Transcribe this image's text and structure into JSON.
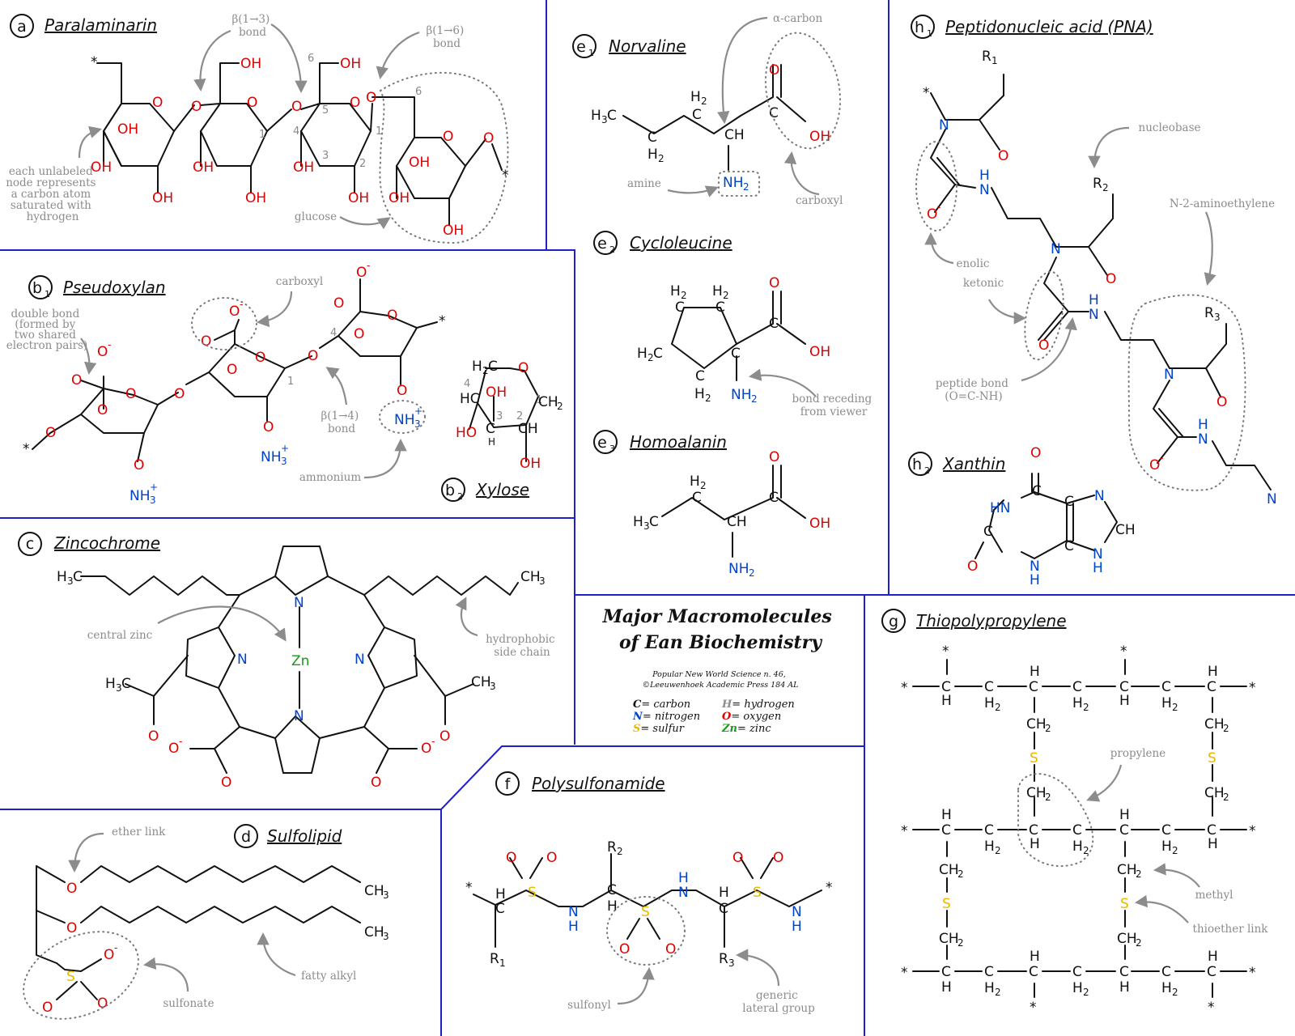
{
  "main_title": [
    "Major Macromolecules",
    "of Ean Biochemistry"
  ],
  "source_lines": [
    "Popular New World Science n. 46,",
    "©Leeuwenhoek Academic Press 184 AL"
  ],
  "legend": [
    {
      "symbol": "C",
      "text": "= carbon",
      "color": "#111111"
    },
    {
      "symbol": "H",
      "text": "= hydrogen",
      "color": "#8c8c8c"
    },
    {
      "symbol": "N",
      "text": "= nitrogen",
      "color": "#0044cc"
    },
    {
      "symbol": "O",
      "text": "= oxygen",
      "color": "#e00000"
    },
    {
      "symbol": "S",
      "text": "= sulfur",
      "color": "#e8b800"
    },
    {
      "symbol": "Zn",
      "text": "= zinc",
      "color": "#1a9a1a"
    }
  ],
  "panels": [
    {
      "id": "a",
      "badge": "a",
      "badge_sub": "",
      "title": "Paralaminarin",
      "labels": [
        {
          "lines": [
            "β(1→3)",
            "bond"
          ]
        },
        {
          "lines": [
            "β(1→6)",
            "bond"
          ]
        },
        {
          "lines": [
            "each unlabeled",
            "node represents",
            "a carbon atom",
            "saturated with",
            "hydrogen"
          ]
        },
        {
          "lines": [
            "glucose"
          ]
        }
      ]
    },
    {
      "id": "b1",
      "badge": "b",
      "badge_sub": "1",
      "title": "Pseudoxylan",
      "labels": [
        {
          "lines": [
            "carboxyl"
          ]
        },
        {
          "lines": [
            "double bond",
            "(formed by",
            "two shared",
            "electron pairs)"
          ]
        },
        {
          "lines": [
            "β(1→4)",
            "bond"
          ]
        },
        {
          "lines": [
            "ammonium"
          ]
        }
      ]
    },
    {
      "id": "b2",
      "badge": "b",
      "badge_sub": "2",
      "title": "Xylose",
      "labels": []
    },
    {
      "id": "c",
      "badge": "c",
      "badge_sub": "",
      "title": "Zincochrome",
      "labels": [
        {
          "lines": [
            "central zinc"
          ]
        },
        {
          "lines": [
            "hydrophobic",
            "side chain"
          ]
        }
      ]
    },
    {
      "id": "d",
      "badge": "d",
      "badge_sub": "",
      "title": "Sulfolipid",
      "labels": [
        {
          "lines": [
            "ether link"
          ]
        },
        {
          "lines": [
            "fatty alkyl"
          ]
        },
        {
          "lines": [
            "sulfonate"
          ]
        }
      ]
    },
    {
      "id": "e1",
      "badge": "e",
      "badge_sub": "1",
      "title": "Norvaline",
      "labels": [
        {
          "lines": [
            "α-carbon"
          ]
        },
        {
          "lines": [
            "amine"
          ]
        },
        {
          "lines": [
            "carboxyl"
          ]
        }
      ]
    },
    {
      "id": "e2",
      "badge": "e",
      "badge_sub": "2",
      "title": "Cycloleucine",
      "labels": [
        {
          "lines": [
            "bond receding",
            "from viewer"
          ]
        }
      ]
    },
    {
      "id": "e3",
      "badge": "e",
      "badge_sub": "3",
      "title": "Homoalanin",
      "labels": []
    },
    {
      "id": "f",
      "badge": "f",
      "badge_sub": "",
      "title": "Polysulfonamide",
      "labels": [
        {
          "lines": [
            "sulfonyl"
          ]
        },
        {
          "lines": [
            "generic",
            "lateral group"
          ]
        }
      ]
    },
    {
      "id": "g",
      "badge": "g",
      "badge_sub": "",
      "title": "Thiopolypropylene",
      "labels": [
        {
          "lines": [
            "propylene"
          ]
        },
        {
          "lines": [
            "methyl"
          ]
        },
        {
          "lines": [
            "thioether link"
          ]
        }
      ]
    },
    {
      "id": "h1",
      "badge": "h",
      "badge_sub": "1",
      "title": "Peptidonucleic acid (PNA)",
      "labels": [
        {
          "lines": [
            "nucleobase"
          ]
        },
        {
          "lines": [
            "N-2-aminoethylene"
          ]
        },
        {
          "lines": [
            "enolic"
          ]
        },
        {
          "lines": [
            "ketonic"
          ]
        },
        {
          "lines": [
            "peptide bond",
            "(O=C-NH)"
          ]
        }
      ]
    },
    {
      "id": "h2",
      "badge": "h",
      "badge_sub": "2",
      "title": "Xanthin",
      "labels": []
    }
  ]
}
